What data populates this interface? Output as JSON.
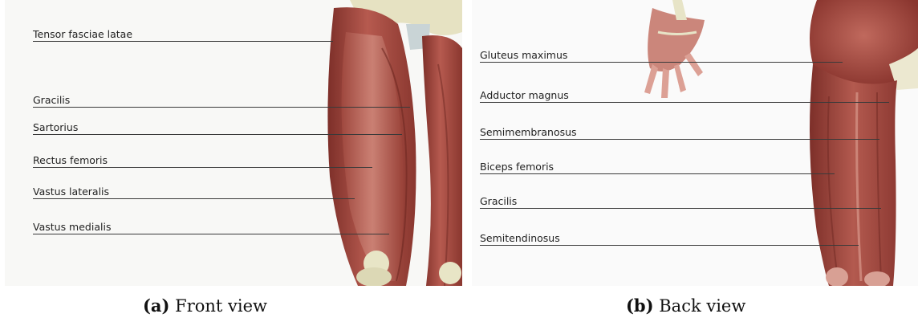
{
  "panels": {
    "front": {
      "labels": [
        "Tensor fasciae latae",
        "Gracilis",
        "Sartorius",
        "Rectus femoris",
        "Vastus lateralis",
        "Vastus medialis"
      ],
      "caption_tag": "(a)",
      "caption_text": " Front view"
    },
    "back": {
      "labels": [
        "Gluteus maximus",
        "Adductor magnus",
        "Semimembranosus",
        "Biceps femoris",
        "Gracilis",
        "Semitendinosus"
      ],
      "caption_tag": "(b)",
      "caption_text": " Back view"
    }
  },
  "colors": {
    "muscle_dark": "#8e3a33",
    "muscle_mid": "#b4584e",
    "muscle_light": "#d89a8e",
    "bone": "#e9e6c8",
    "panel_bg": "#f8f8f6"
  }
}
